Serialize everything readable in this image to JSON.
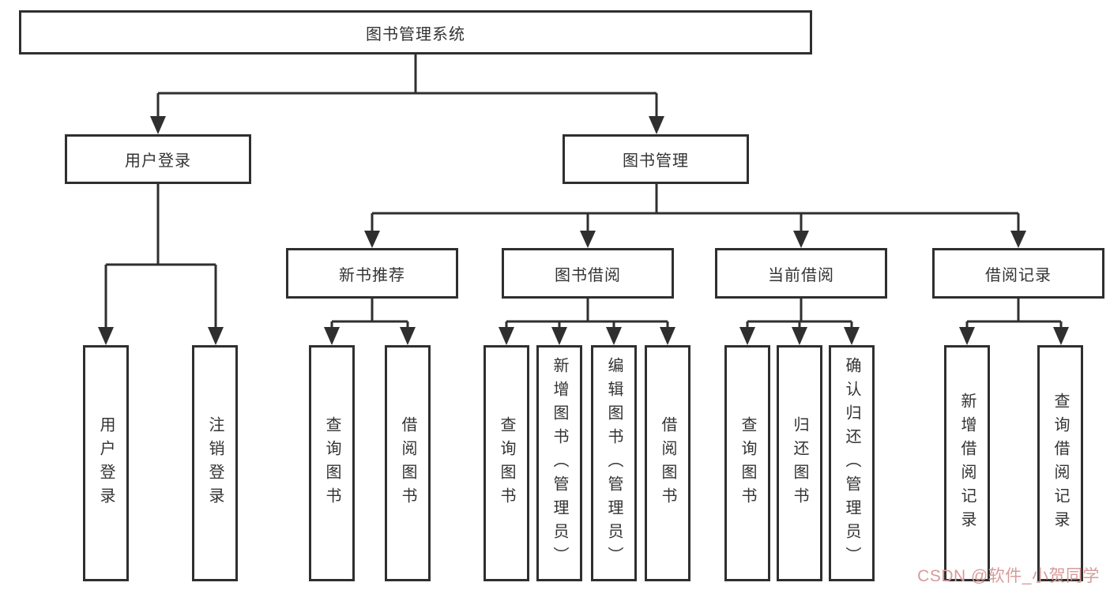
{
  "diagram": {
    "title": "图书管理系统",
    "root": {
      "label": "图书管理系统"
    },
    "level2": [
      {
        "label": "用户登录"
      },
      {
        "label": "图书管理"
      }
    ],
    "level3": [
      {
        "label": "新书推荐"
      },
      {
        "label": "图书借阅"
      },
      {
        "label": "当前借阅"
      },
      {
        "label": "借阅记录"
      }
    ],
    "leaves": {
      "user_login": [
        {
          "label": "用户登录"
        },
        {
          "label": "注销登录"
        }
      ],
      "new_book": [
        {
          "label": "查询图书"
        },
        {
          "label": "借阅图书"
        }
      ],
      "borrow": [
        {
          "label": "查询图书"
        },
        {
          "label": "新增图书（管理员）"
        },
        {
          "label": "编辑图书（管理员）"
        },
        {
          "label": "借阅图书"
        }
      ],
      "current": [
        {
          "label": "查询图书"
        },
        {
          "label": "归还图书"
        },
        {
          "label": "确认归还（管理员）"
        }
      ],
      "records": [
        {
          "label": "新增借阅记录"
        },
        {
          "label": "查询借阅记录"
        }
      ]
    }
  },
  "watermark": {
    "text": "CSDN @软件_小贺同学"
  },
  "colors": {
    "line": "#2f2f2f",
    "text": "#333333",
    "background": "#ffffff",
    "watermark": "#d79b9b"
  }
}
